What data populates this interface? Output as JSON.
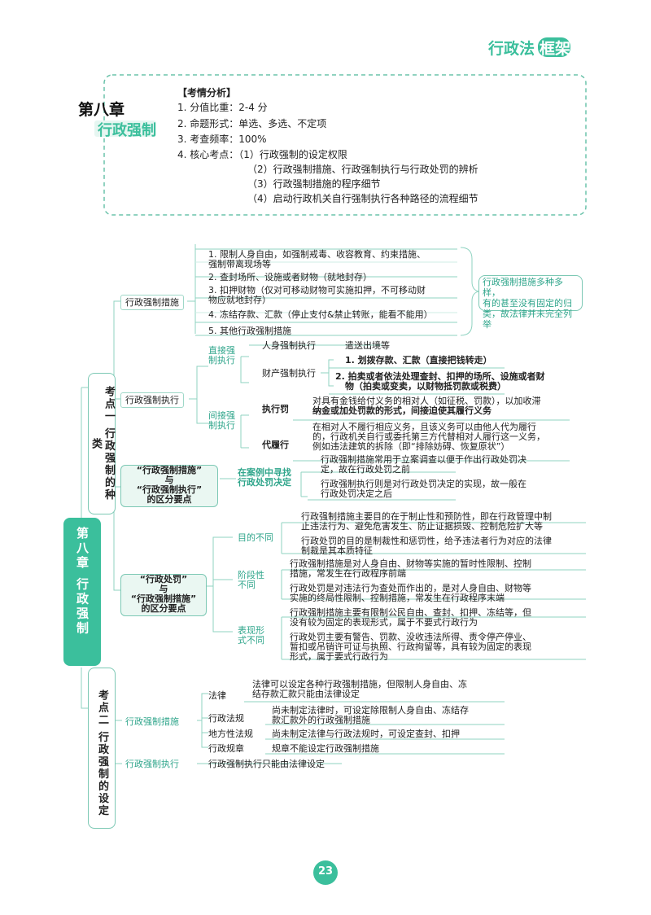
{
  "header": {
    "brand_a": "行政法",
    "brand_b": "框架"
  },
  "chapter": {
    "number": "第八章",
    "title": "行政强制"
  },
  "analysis": {
    "heading": "【考情分析】",
    "lines": [
      "1. 分值比重：2-4 分",
      "2. 命题形式：单选、多选、不定项",
      "3. 考查频率：100%",
      "4. 核心考点：（1）行政强制的设定权限"
    ],
    "core_more": [
      "（2）行政强制措施、行政强制执行与行政处罚的辨析",
      "（3）行政强制措施的程序细节",
      "（4）启动行政机关自行强制执行各种路径的流程细节"
    ]
  },
  "root": {
    "label": "第八章 行政强制"
  },
  "kp1": {
    "label": "考点一 行政强制的种类"
  },
  "kp2": {
    "label": "考点二 行政强制的设定"
  },
  "measures": {
    "label": "行政强制措施",
    "items": [
      "1. 限制人身自由，如强制戒毒、收容教育、约束措施、",
      "强制带离现场等",
      "2. 查封场所、设施或者财物（就地封存）",
      "3. 扣押财物（仅对可移动财物可实施扣押，不可移动财",
      "物应就地封存）",
      "4. 冻结存款、汇款（停止支付&禁止转账，能看不能用）",
      "5. 其他行政强制措施"
    ],
    "note": [
      "行政强制措施多种多样，",
      "有的甚至没有固定的归",
      "类，故法律并未完全列举"
    ]
  },
  "execution": {
    "label": "行政强制执行",
    "direct": [
      "直接强",
      "制执行"
    ],
    "personal": {
      "label": "人身强制执行",
      "item": "遣送出境等"
    },
    "property": {
      "label": "财产强制执行",
      "items": [
        "1. 划拨存款、汇款（直接把钱转走）",
        "2. 拍卖或者依法处理查封、扣押的场所、设施或者财",
        "物（拍卖或变卖，以财物抵罚款或税费）"
      ]
    },
    "indirect": [
      "间接强",
      "制执行"
    ],
    "fine": {
      "label": "执行罚",
      "text": [
        "对具有金钱给付义务的相对人（如征税、罚款），以加收滞",
        "纳金或加处罚款的形式，间接迫使其履行义务"
      ]
    },
    "substitute": {
      "label": "代履行",
      "text": [
        "在相对人不履行相应义务，且该义务可以由他人代为履行",
        "的，行政机关自行或委托第三方代替相对人履行这一义务，",
        "例如违法建筑的拆除（即“排除妨碍、恢复原状”）"
      ]
    }
  },
  "diff1": {
    "label": [
      "“行政强制措施”",
      "与",
      "“行政强制执行”",
      "的区分要点"
    ],
    "key": [
      "在案例中寻找",
      "行政处罚决定"
    ],
    "a": [
      "行政强制措施常用于立案调查以便于作出行政处罚决",
      "定，故在行政处罚之前"
    ],
    "b": [
      "行政强制执行则是对行政处罚决定的实现，故一般在",
      "行政处罚决定之后"
    ]
  },
  "diff2": {
    "label": [
      "“行政处罚”",
      "与",
      "“行政强制措施”",
      "的区分要点"
    ],
    "purpose": {
      "label": "目的不同",
      "a": [
        "行政强制措施主要目的在于制止性和预防性，即在行政管理中制",
        "止违法行为、避免危害发生、防止证据损毁、控制危险扩大等"
      ],
      "b": [
        "行政处罚的目的是制裁性和惩罚性，给予违法者行为对应的法律",
        "制裁是其本质特征"
      ]
    },
    "stage": {
      "label": [
        "阶段性",
        "不同"
      ],
      "a": [
        "行政强制措施是对人身自由、财物等实施的暂时性限制、控制",
        "措施，常发生在行政程序前端"
      ],
      "b": [
        "行政处罚是对违法行为查处而作出的，是对人身自由、财物等",
        "实施的终局性限制、控制措施，常发生在行政程序末端"
      ]
    },
    "form": {
      "label": [
        "表现形",
        "式不同"
      ],
      "a": [
        "行政强制措施主要有限制公民自由、查封、扣押、冻结等，但",
        "没有较为固定的表现形式，属于不要式行政行为"
      ],
      "b": [
        "行政处罚主要有警告、罚款、没收违法所得、责令停产停业、",
        "暂扣或吊销许可证与执照、行政拘留等，具有较为固定的表现",
        "形式，属于要式行政行为"
      ]
    }
  },
  "setting": {
    "measures_label": "行政强制措施",
    "law": {
      "label": "法律",
      "text": [
        "法律可以设定各种行政强制措施，但限制人身自由、冻",
        "结存款汇款只能由法律设定"
      ]
    },
    "admin_reg": {
      "label": "行政法规",
      "text": [
        "尚未制定法律时，可设定除限制人身自由、冻结存",
        "款汇款外的行政强制措施"
      ]
    },
    "local_reg": {
      "label": "地方性法规",
      "text": "尚未制定法律与行政法规时，可设定查封、扣押"
    },
    "rules": {
      "label": "行政规章",
      "text": "规章不能设定行政强制措施"
    },
    "exec_label": "行政强制执行",
    "exec_text": "行政强制执行只能由法律设定"
  },
  "page_number": "23"
}
